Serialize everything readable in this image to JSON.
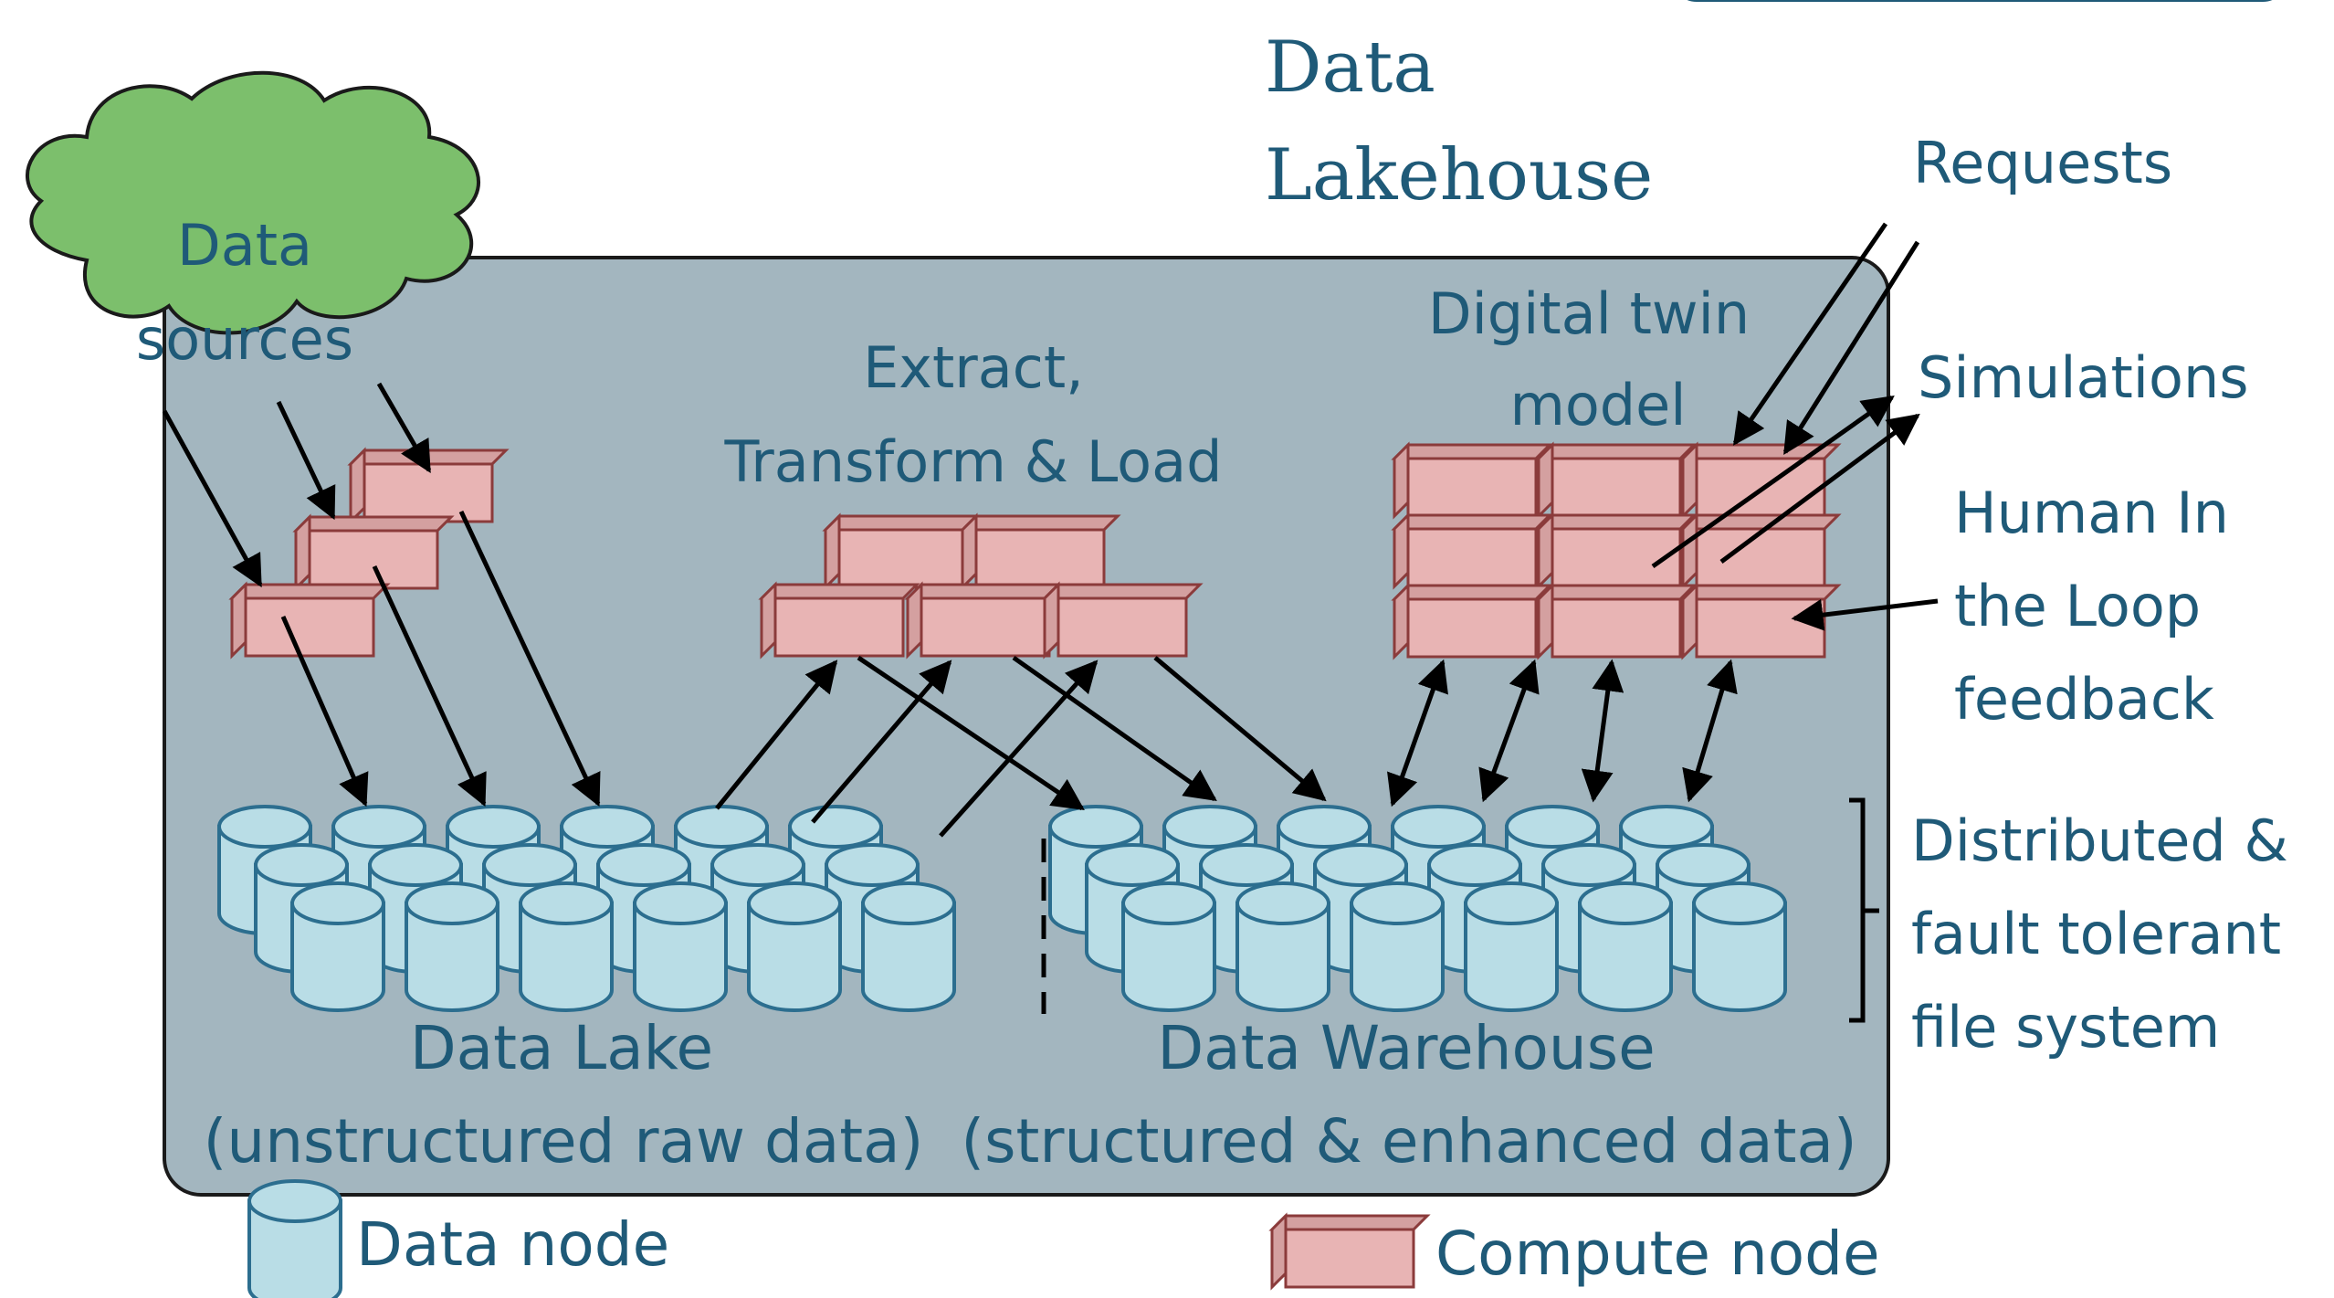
{
  "title": {
    "line1": "Data",
    "line2": "Lakehouse"
  },
  "data_sources": {
    "line1": "Data",
    "line2": "sources"
  },
  "etl": {
    "line1": "Extract,",
    "line2": "Transform & Load"
  },
  "digital_twin": {
    "line1": "Digital twin",
    "line2": "model"
  },
  "inputs": {
    "requests": "Requests",
    "simulations": "Simulations",
    "human_in_loop": [
      "Human In",
      "the Loop",
      "feedback"
    ]
  },
  "lake": {
    "name": "Data Lake",
    "desc": "(unstructured raw data)"
  },
  "warehouse": {
    "name": "Data Warehouse",
    "desc": "(structured & enhanced data)"
  },
  "filesystem": [
    "Distributed &",
    "fault tolerant",
    "file system"
  ],
  "legend": {
    "data_node": "Data node",
    "compute_node": "Compute node"
  },
  "colors": {
    "text": "#1f5a78",
    "panel": "#a3b6bf",
    "cloud": "#7cbf6c",
    "compute_front": "#e8b4b4",
    "compute_top": "#d4a0a0",
    "compute_edge": "#8b3b3b",
    "cylinder": "#b9dde6",
    "cylinder_edge": "#2c6e8f"
  }
}
